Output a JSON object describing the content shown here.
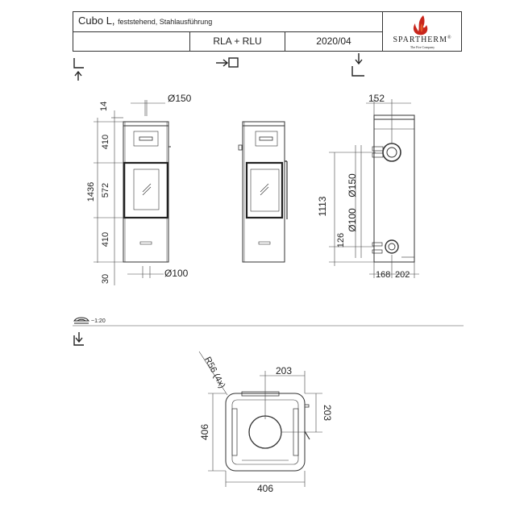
{
  "title_block": {
    "product": "Cubo L,",
    "variant": "feststehend, Stahlausführung",
    "model_codes": "RLA + RLU",
    "date": "2020/04",
    "brand": "SPARTHERM",
    "brand_reg": "®",
    "brand_tagline": "The Fire Company"
  },
  "views": {
    "front": {
      "dim_top": "Ø150",
      "dim_bottom": "Ø100",
      "dims_left": [
        "14",
        "410",
        "572",
        "410",
        "30"
      ],
      "dim_total": "1436"
    },
    "rear": {
      "dim_top": "152",
      "dim_height": "1113",
      "dim_low": "126",
      "dim_d1": "Ø150",
      "dim_d2": "Ø100",
      "dims_bottom": [
        "168",
        "202"
      ]
    },
    "plan": {
      "radius_label": "R56 (4x)",
      "dim_top": "203",
      "dim_right": "203",
      "dim_left": "406",
      "dim_bottom": "406"
    }
  },
  "scale_label": "~1:20"
}
